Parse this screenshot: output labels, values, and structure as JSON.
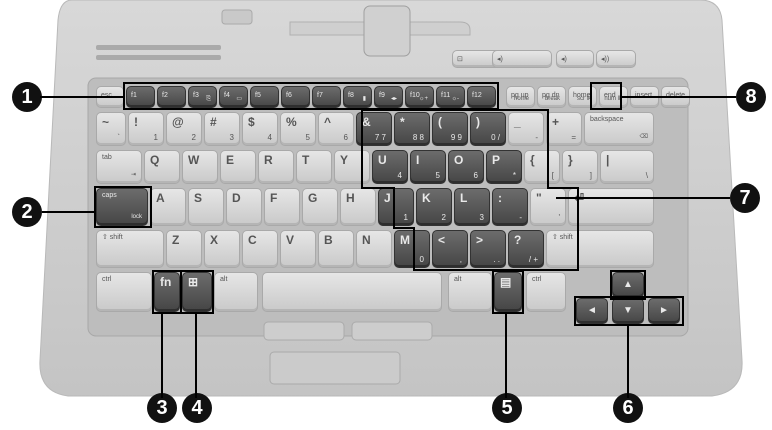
{
  "keys": {
    "fn_row": [
      {
        "m": "esc"
      },
      {
        "m": "f1"
      },
      {
        "m": "f2"
      },
      {
        "m": "f3",
        "s": "⎘"
      },
      {
        "m": "f4",
        "s": "▭"
      },
      {
        "m": "f5"
      },
      {
        "m": "f6"
      },
      {
        "m": "f7"
      },
      {
        "m": "f8",
        "s": "▮"
      },
      {
        "m": "f9",
        "s": "◂▸"
      },
      {
        "m": "f10",
        "s": "☼+"
      },
      {
        "m": "f11",
        "s": "☼-"
      },
      {
        "m": "f12"
      },
      {
        "m": "pg up",
        "s": "home"
      },
      {
        "m": "pg dn",
        "s": "break"
      },
      {
        "m": "home",
        "s": "scr lk"
      },
      {
        "m": "end",
        "s": "num lk"
      },
      {
        "m": "insert"
      },
      {
        "m": "delete"
      }
    ],
    "num_row": [
      {
        "m": "~",
        "s": "`"
      },
      {
        "m": "!",
        "s": "1"
      },
      {
        "m": "@",
        "s": "2"
      },
      {
        "m": "#",
        "s": "3"
      },
      {
        "m": "$",
        "s": "4"
      },
      {
        "m": "%",
        "s": "5"
      },
      {
        "m": "^",
        "s": "6"
      },
      {
        "m": "&",
        "s": "7 7"
      },
      {
        "m": "*",
        "s": "8 8"
      },
      {
        "m": "(",
        "s": "9 9"
      },
      {
        "m": ")",
        "s": "0 /"
      },
      {
        "m": "_",
        "s": "-"
      },
      {
        "m": "+",
        "s": "="
      },
      {
        "m": "backspace",
        "s": "⌫"
      }
    ],
    "q_row": [
      {
        "m": "tab",
        "s": "⇥"
      },
      {
        "m": "Q"
      },
      {
        "m": "W"
      },
      {
        "m": "E"
      },
      {
        "m": "R"
      },
      {
        "m": "T"
      },
      {
        "m": "Y"
      },
      {
        "m": "U",
        "s": "4"
      },
      {
        "m": "I",
        "s": "5"
      },
      {
        "m": "O",
        "s": "6"
      },
      {
        "m": "P",
        "s": "*"
      },
      {
        "m": "{",
        "s": "["
      },
      {
        "m": "}",
        "s": "]"
      },
      {
        "m": "|",
        "s": "\\"
      }
    ],
    "a_row": [
      {
        "m": "caps",
        "s": "lock"
      },
      {
        "m": "A"
      },
      {
        "m": "S"
      },
      {
        "m": "D"
      },
      {
        "m": "F"
      },
      {
        "m": "G"
      },
      {
        "m": "H"
      },
      {
        "m": "J",
        "s": "1"
      },
      {
        "m": "K",
        "s": "2"
      },
      {
        "m": "L",
        "s": "3"
      },
      {
        "m": ":",
        "s": "-"
      },
      {
        "m": "\"",
        "s": "'"
      },
      {
        "m": "⏎"
      }
    ],
    "z_row": [
      {
        "m": "⇧ shift"
      },
      {
        "m": "Z"
      },
      {
        "m": "X"
      },
      {
        "m": "C"
      },
      {
        "m": "V"
      },
      {
        "m": "B"
      },
      {
        "m": "N"
      },
      {
        "m": "M",
        "s": "0"
      },
      {
        "m": "<",
        "s": ","
      },
      {
        "m": ">",
        "s": ". ."
      },
      {
        "m": "?",
        "s": "/ +"
      },
      {
        "m": "⇧ shift"
      }
    ],
    "bottom_row": [
      {
        "m": "ctrl"
      },
      {
        "m": "fn"
      },
      {
        "m": "⊞"
      },
      {
        "m": "alt"
      },
      {
        "m": ""
      },
      {
        "m": "alt"
      },
      {
        "m": "▤"
      },
      {
        "m": "ctrl"
      }
    ],
    "arrows": {
      "up": "▲",
      "left": "◄",
      "down": "▼",
      "right": "►"
    },
    "top_strip": [
      {
        "m": "⊡"
      },
      {
        "m": "◂)"
      },
      {
        "m": "◂)"
      },
      {
        "m": "◂))"
      }
    ]
  },
  "callouts": [
    {
      "id": "1",
      "label": "1"
    },
    {
      "id": "2",
      "label": "2"
    },
    {
      "id": "3",
      "label": "3"
    },
    {
      "id": "4",
      "label": "4"
    },
    {
      "id": "5",
      "label": "5"
    },
    {
      "id": "6",
      "label": "6"
    },
    {
      "id": "7",
      "label": "7"
    },
    {
      "id": "8",
      "label": "8"
    }
  ]
}
